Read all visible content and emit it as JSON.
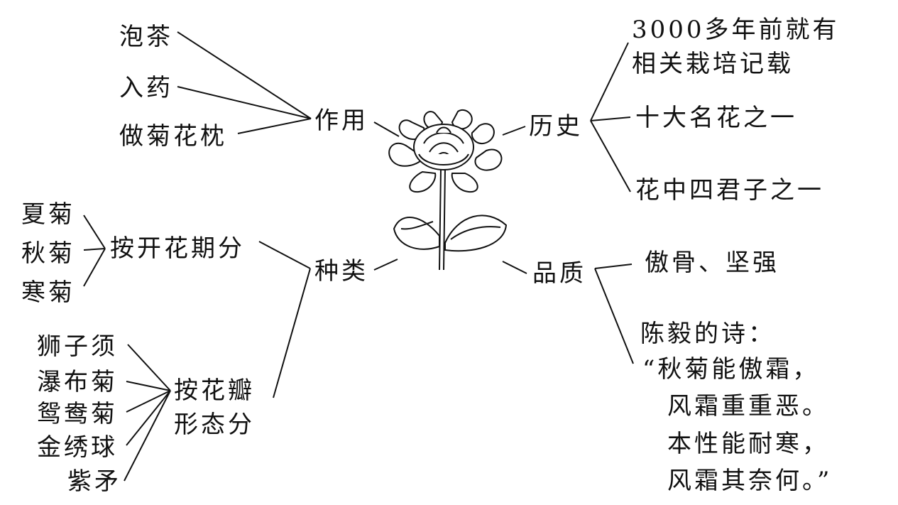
{
  "center": {
    "icon": "chrysanthemum-icon"
  },
  "use": {
    "label": "作用",
    "items": [
      "泡茶",
      "入药",
      "做菊花枕"
    ]
  },
  "history": {
    "label": "历史",
    "items": [
      "3000多年前就有",
      "相关栽培记载",
      "十大名花之一",
      "花中四君子之一"
    ]
  },
  "types": {
    "label": "种类",
    "by_season": {
      "label": "按开花期分",
      "items": [
        "夏菊",
        "秋菊",
        "寒菊"
      ]
    },
    "by_petal": {
      "label_line1": "按花瓣",
      "label_line2": "形态分",
      "items": [
        "狮子须",
        "瀑布菊",
        "鸳鸯菊",
        "金绣球",
        "紫矛"
      ]
    }
  },
  "quality": {
    "label": "品质",
    "trait": "傲骨、坚强",
    "poem_title": "陈毅的诗：",
    "poem_lines": [
      "“秋菊能傲霜，",
      "风霜重重恶。",
      "本性能耐寒，",
      "风霜其奈何。”"
    ]
  }
}
